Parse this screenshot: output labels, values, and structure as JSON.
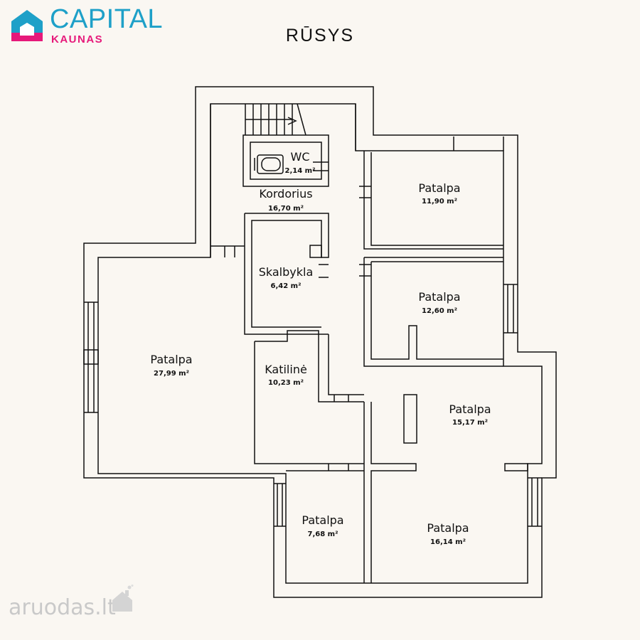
{
  "logo": {
    "brand": "CAPITAL",
    "city": "KAUNAS",
    "colors": {
      "brand": "#1ea0c8",
      "accent": "#e6197a"
    }
  },
  "floor": {
    "title": "RŪSYS"
  },
  "rooms": [
    {
      "name": "WC",
      "area": "2,14 m²"
    },
    {
      "name": "Kordorius",
      "area": "16,70 m²"
    },
    {
      "name": "Patalpa",
      "area": "11,90 m²"
    },
    {
      "name": "Skalbykla",
      "area": "6,42 m²"
    },
    {
      "name": "Patalpa",
      "area": "12,60 m²"
    },
    {
      "name": "Patalpa",
      "area": "27,99 m²"
    },
    {
      "name": "Katilinė",
      "area": "10,23 m²"
    },
    {
      "name": "Patalpa",
      "area": "15,17 m²"
    },
    {
      "name": "Patalpa",
      "area": "7,68 m²"
    },
    {
      "name": "Patalpa",
      "area": "16,14 m²"
    }
  ],
  "watermark": {
    "text": "aruodas.lt"
  },
  "colors": {
    "wall": "#111111",
    "background": "#faf7f2",
    "watermark": "#c9c9c9"
  },
  "icons": [
    "house-logo-icon",
    "stairs-icon",
    "bathtub-icon",
    "house-watermark-icon"
  ]
}
